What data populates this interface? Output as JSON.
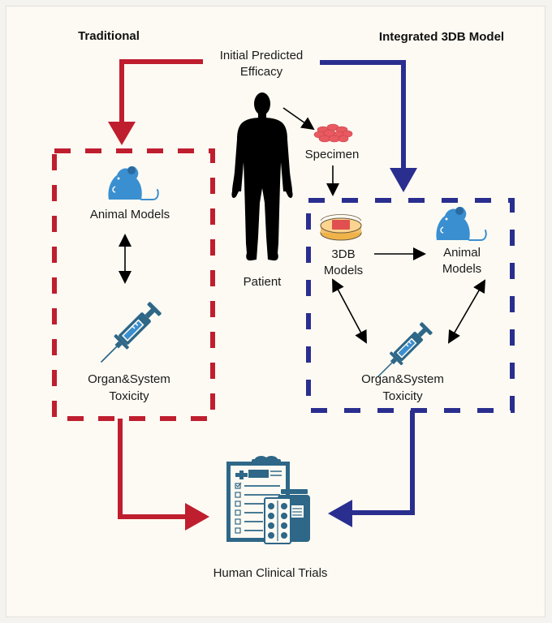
{
  "colors": {
    "traditional": "#bf1e2e",
    "integrated": "#2a2e8f",
    "icon_blue": "#3a8fd0",
    "icon_dark": "#2e6787",
    "silhouette": "#000000",
    "specimen": "#e85a60",
    "background": "#fdfaf3"
  },
  "headers": {
    "traditional": "Traditional",
    "integrated": "Integrated 3DB Model"
  },
  "start": {
    "line1": "Initial Predicted",
    "line2": "Efficacy"
  },
  "patient": {
    "label": "Patient"
  },
  "specimen": {
    "label": "Specimen"
  },
  "traditional_box": {
    "animal": "Animal Models",
    "tox_line1": "Organ&System",
    "tox_line2": "Toxicity"
  },
  "integrated_box": {
    "model_line1": "3DB",
    "model_line2": "Models",
    "animal_line1": "Animal",
    "animal_line2": "Models",
    "tox_line1": "Organ&System",
    "tox_line2": "Toxicity"
  },
  "outcome": {
    "label": "Human Clinical Trials"
  },
  "icons": {
    "mouse": "mouse-icon",
    "syringe": "syringe-icon",
    "patient": "person-silhouette-icon",
    "specimen": "cell-cluster-icon",
    "petri": "petri-dish-icon",
    "clinical": "clipboard-medication-icon"
  }
}
